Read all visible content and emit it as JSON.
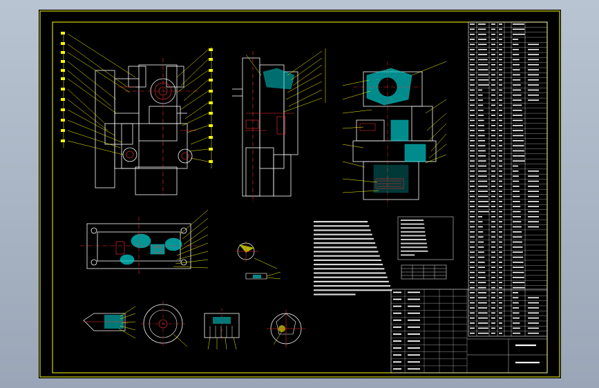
{
  "colors": {
    "background": "#000000",
    "frame": "#ffff00",
    "outline": "#ffffff",
    "leader": "#ffff00",
    "section": "#00e5e5",
    "hatch": "#ff3030",
    "centerline": "#ff3030"
  },
  "views": [
    {
      "name": "front-view"
    },
    {
      "name": "side-view"
    },
    {
      "name": "section-view"
    },
    {
      "name": "plan-view"
    },
    {
      "name": "detail-a"
    },
    {
      "name": "detail-b"
    },
    {
      "name": "detail-c"
    },
    {
      "name": "detail-d"
    },
    {
      "name": "detail-e"
    }
  ],
  "notes_block": {
    "lines": 18
  },
  "parts_list": {
    "rows": 62
  },
  "title_block": {
    "rows": 12
  }
}
